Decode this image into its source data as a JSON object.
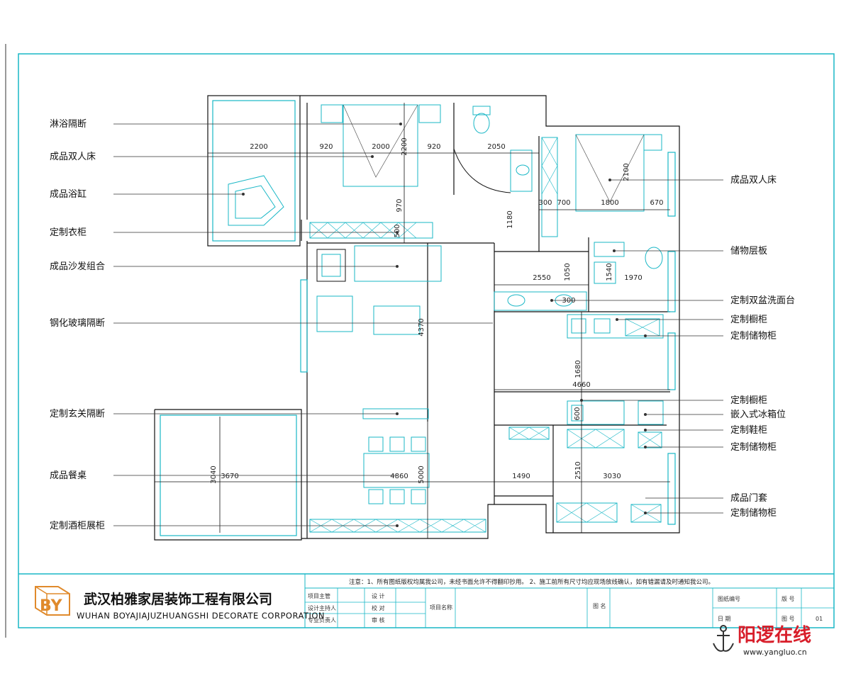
{
  "drawing": {
    "labels_left": [
      "淋浴隔断",
      "成品双人床",
      "成品浴缸",
      "定制衣柜",
      "成品沙发组合",
      "钢化玻璃隔断",
      "定制玄关隔断",
      "成品餐桌",
      "定制酒柜展柜"
    ],
    "labels_right": [
      "成品双人床",
      "储物层板",
      "定制双盆洗面台",
      "定制橱柜",
      "定制储物柜",
      "定制橱柜",
      "嵌入式冰箱位",
      "定制鞋柜",
      "定制储物柜",
      "成品门套",
      "定制储物柜"
    ],
    "dimensions": {
      "top_row": [
        "2200",
        "920",
        "2000",
        "920",
        "2050"
      ],
      "bed_depth": "2200",
      "d_970": "970",
      "d_500": "500",
      "d_1180": "1180",
      "bedroom2": [
        "300",
        "700",
        "1800",
        "670"
      ],
      "bed2_depth": "2100",
      "d_2550": "2550",
      "d_1050": "1050",
      "d_1540": "1540",
      "d_1970": "1970",
      "d_300": "300",
      "d_4370": "4370",
      "d_1680": "1680",
      "d_4660": "4660",
      "d_600": "600",
      "bottom_row": [
        "3670",
        "4860",
        "1490",
        "3030"
      ],
      "d_3040": "3040",
      "d_5000": "5000",
      "d_2510": "2510"
    }
  },
  "title_block": {
    "company_cn": "武汉柏雅家居装饰工程有限公司",
    "company_en": "WUHAN BOYAJIAJUZHUANGSHI DECORATE CORPORATION",
    "logo_text": "BY",
    "note": "注意：1、所有图纸版权均属我公司，未经书面允许不得翻印抄用。   2、施工前所有尺寸均应现场放线确认，如有错漏请及时通知我公司。",
    "fields": {
      "r1c1": "项目主管",
      "r2c1": "设计主持人",
      "r3c1": "专业负责人",
      "r1c2": "设 计",
      "r2c2": "校 对",
      "r3c2": "审 核",
      "project_name": "项目名称",
      "drawing_name": "图 名",
      "drawing_no": "图纸编号",
      "version": "版 号",
      "date": "日 期",
      "sheet_no": "图 号",
      "sheet_val": "01"
    }
  },
  "watermark": {
    "text": "阳逻在线",
    "url": "www.yangluo.cn"
  },
  "colors": {
    "cyan": "#19b7c6",
    "wall": "#111111",
    "brand_red": "#d81e2a",
    "logo_orange": "#e08a2c"
  }
}
